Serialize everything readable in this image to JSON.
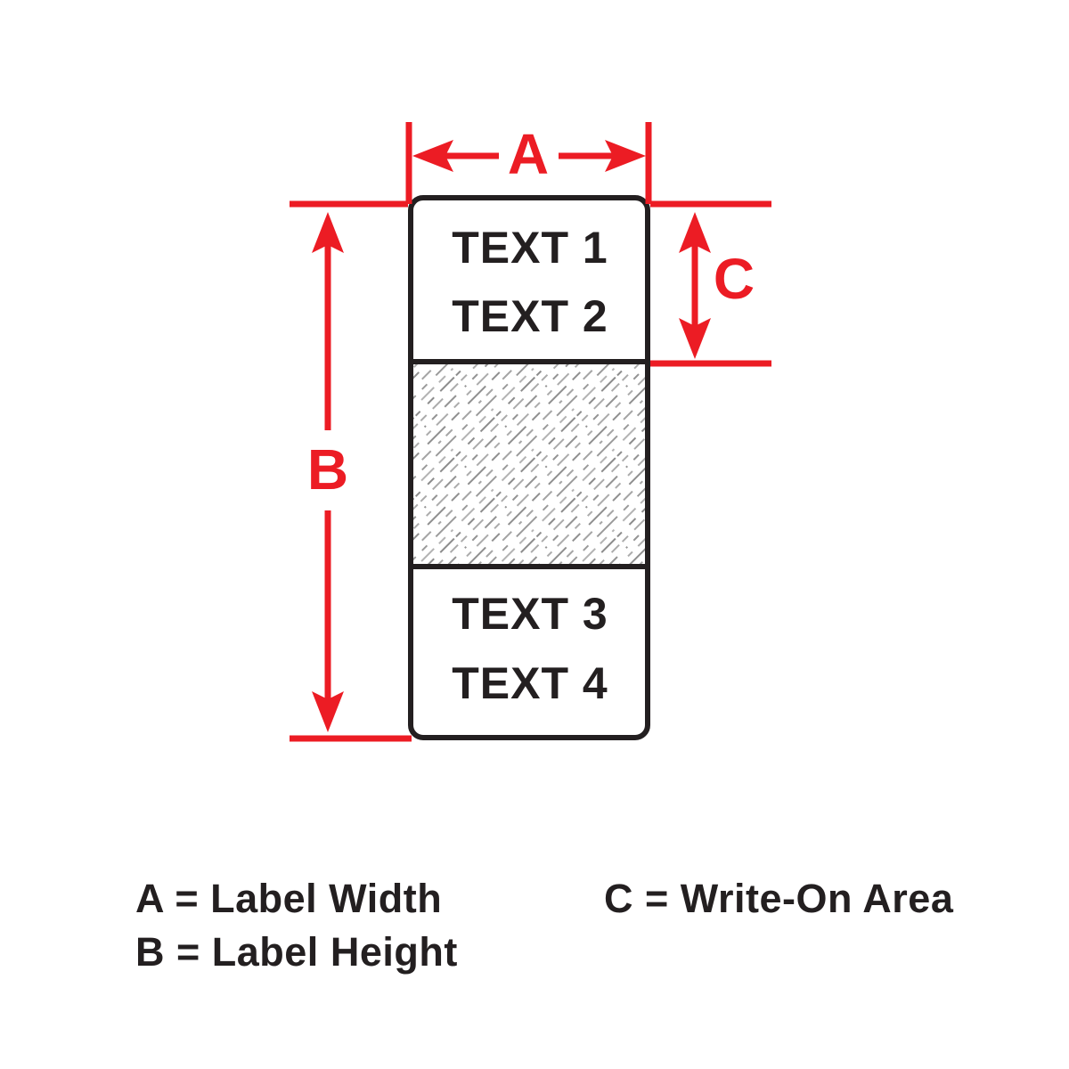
{
  "diagram": {
    "label": {
      "line1": "TEXT 1",
      "line2": "TEXT 2",
      "line3": "TEXT 3",
      "line4": "TEXT 4"
    },
    "dimensions": {
      "a_letter": "A",
      "b_letter": "B",
      "c_letter": "C"
    },
    "colors": {
      "dimension_red": "#EC1C24",
      "outline_black": "#231F20",
      "hatch_gray": "#9A9A9A"
    }
  },
  "legend": {
    "items": [
      {
        "text": "A = Label Width"
      },
      {
        "text": "B = Label Height"
      },
      {
        "text": "C = Write-On Area"
      }
    ]
  }
}
